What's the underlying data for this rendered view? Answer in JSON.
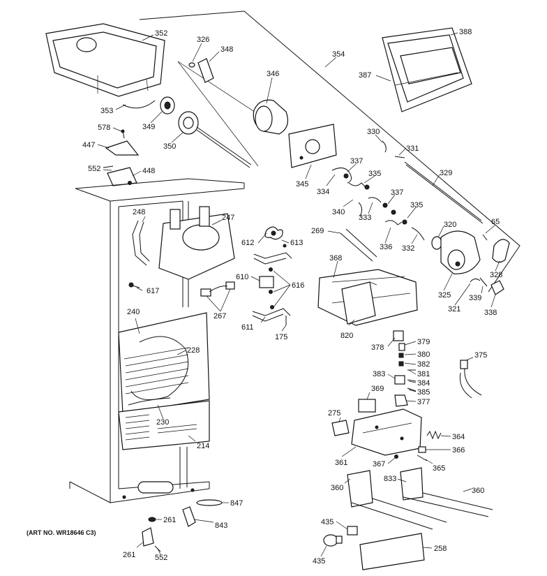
{
  "art_number": "(ART NO. WR18646 C3)",
  "callouts": [
    {
      "id": "c352",
      "text": "352"
    },
    {
      "id": "c326",
      "text": "326"
    },
    {
      "id": "c348",
      "text": "348"
    },
    {
      "id": "c354",
      "text": "354"
    },
    {
      "id": "c388",
      "text": "388"
    },
    {
      "id": "c387",
      "text": "387"
    },
    {
      "id": "c346",
      "text": "346"
    },
    {
      "id": "c353",
      "text": "353"
    },
    {
      "id": "c349",
      "text": "349"
    },
    {
      "id": "c350",
      "text": "350"
    },
    {
      "id": "c578",
      "text": "578"
    },
    {
      "id": "c447",
      "text": "447"
    },
    {
      "id": "c552a",
      "text": "552"
    },
    {
      "id": "c448",
      "text": "448"
    },
    {
      "id": "c330",
      "text": "330"
    },
    {
      "id": "c331",
      "text": "331"
    },
    {
      "id": "c337a",
      "text": "337"
    },
    {
      "id": "c345",
      "text": "345"
    },
    {
      "id": "c334",
      "text": "334"
    },
    {
      "id": "c335a",
      "text": "335"
    },
    {
      "id": "c329",
      "text": "329"
    },
    {
      "id": "c340",
      "text": "340"
    },
    {
      "id": "c333",
      "text": "333"
    },
    {
      "id": "c337b",
      "text": "337"
    },
    {
      "id": "c335b",
      "text": "335"
    },
    {
      "id": "c248",
      "text": "248"
    },
    {
      "id": "c247",
      "text": "247"
    },
    {
      "id": "c612",
      "text": "612"
    },
    {
      "id": "c613",
      "text": "613"
    },
    {
      "id": "c269",
      "text": "269"
    },
    {
      "id": "c320",
      "text": "320"
    },
    {
      "id": "c65",
      "text": "65"
    },
    {
      "id": "c336",
      "text": "336"
    },
    {
      "id": "c332",
      "text": "332"
    },
    {
      "id": "c368",
      "text": "368"
    },
    {
      "id": "c328",
      "text": "328"
    },
    {
      "id": "c610",
      "text": "610"
    },
    {
      "id": "c616",
      "text": "616"
    },
    {
      "id": "c617",
      "text": "617"
    },
    {
      "id": "c325",
      "text": "325"
    },
    {
      "id": "c321",
      "text": "321"
    },
    {
      "id": "c339",
      "text": "339"
    },
    {
      "id": "c338",
      "text": "338"
    },
    {
      "id": "c267",
      "text": "267"
    },
    {
      "id": "c240",
      "text": "240"
    },
    {
      "id": "c611",
      "text": "611"
    },
    {
      "id": "c175",
      "text": "175"
    },
    {
      "id": "c820",
      "text": "820"
    },
    {
      "id": "c228",
      "text": "228"
    },
    {
      "id": "c378",
      "text": "378"
    },
    {
      "id": "c379",
      "text": "379"
    },
    {
      "id": "c380",
      "text": "380"
    },
    {
      "id": "c382",
      "text": "382"
    },
    {
      "id": "c375",
      "text": "375"
    },
    {
      "id": "c381",
      "text": "381"
    },
    {
      "id": "c383",
      "text": "383"
    },
    {
      "id": "c384",
      "text": "384"
    },
    {
      "id": "c369",
      "text": "369"
    },
    {
      "id": "c385",
      "text": "385"
    },
    {
      "id": "c377",
      "text": "377"
    },
    {
      "id": "c230",
      "text": "230"
    },
    {
      "id": "c275",
      "text": "275"
    },
    {
      "id": "c214",
      "text": "214"
    },
    {
      "id": "c364",
      "text": "364"
    },
    {
      "id": "c366",
      "text": "366"
    },
    {
      "id": "c361",
      "text": "361"
    },
    {
      "id": "c367",
      "text": "367"
    },
    {
      "id": "c365",
      "text": "365"
    },
    {
      "id": "c833",
      "text": "833"
    },
    {
      "id": "c360a",
      "text": "360"
    },
    {
      "id": "c360b",
      "text": "360"
    },
    {
      "id": "c847",
      "text": "847"
    },
    {
      "id": "c261a",
      "text": "261"
    },
    {
      "id": "c843",
      "text": "843"
    },
    {
      "id": "c435a",
      "text": "435"
    },
    {
      "id": "c261b",
      "text": "261"
    },
    {
      "id": "c552b",
      "text": "552"
    },
    {
      "id": "c258",
      "text": "258"
    },
    {
      "id": "c435b",
      "text": "435"
    }
  ]
}
